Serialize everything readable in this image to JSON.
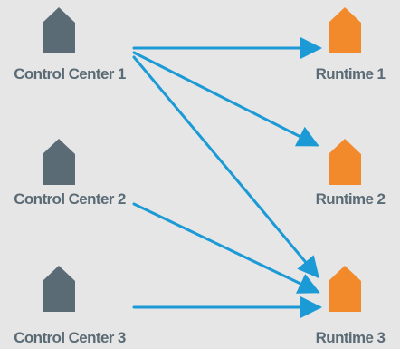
{
  "colors": {
    "background": "#e6e6e6",
    "control_center": "#5b6b76",
    "runtime": "#f28a2c",
    "arrow": "#1b9ad6",
    "label": "#5b6b76"
  },
  "nodes": {
    "control_center_1": {
      "label": "Control Center 1",
      "icon": "house-shape-icon"
    },
    "control_center_2": {
      "label": "Control Center 2",
      "icon": "house-shape-icon"
    },
    "control_center_3": {
      "label": "Control Center 3",
      "icon": "house-shape-icon"
    },
    "runtime_1": {
      "label": "Runtime 1",
      "icon": "house-shape-icon"
    },
    "runtime_2": {
      "label": "Runtime 2",
      "icon": "house-shape-icon"
    },
    "runtime_3": {
      "label": "Runtime 3",
      "icon": "house-shape-icon"
    }
  },
  "edges": [
    {
      "from": "Control Center 1",
      "to": "Runtime 1"
    },
    {
      "from": "Control Center 1",
      "to": "Runtime 2"
    },
    {
      "from": "Control Center 1",
      "to": "Runtime 3"
    },
    {
      "from": "Control Center 2",
      "to": "Runtime 3"
    },
    {
      "from": "Control Center 3",
      "to": "Runtime 3"
    }
  ]
}
